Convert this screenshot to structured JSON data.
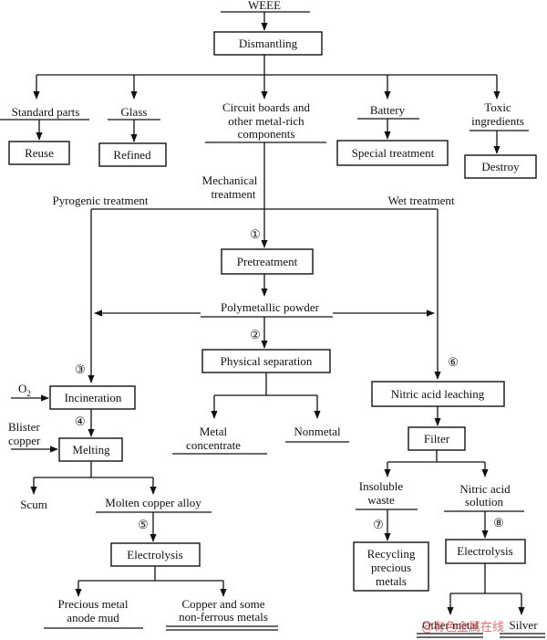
{
  "nodes": {
    "weee": "WEEE",
    "dismantling": "Dismantling",
    "standard_parts": "Standard parts",
    "glass": "Glass",
    "circuit_boards": [
      "Circuit boards and",
      "other metal-rich",
      "components"
    ],
    "battery": "Battery",
    "toxic": [
      "Toxic",
      "ingredients"
    ],
    "reuse": "Reuse",
    "refined": "Refined",
    "special_treatment": "Special treatment",
    "destroy": "Destroy",
    "mechanical_treatment": [
      "Mechanical",
      "treatment"
    ],
    "pyrogenic_treatment": "Pyrogenic treatment",
    "wet_treatment": "Wet treatment",
    "pretreatment": "Pretreatment",
    "polymetallic_powder": "Polymetallic powder",
    "physical_separation": "Physical separation",
    "o2": "O",
    "o2_sub": "2",
    "incineration": "Incineration",
    "blister_copper": [
      "Blister",
      "copper"
    ],
    "melting": "Melting",
    "scum": "Scum",
    "molten_copper_alloy": "Molten copper alloy",
    "electrolysis_left": "Electrolysis",
    "precious_metal_anode_mud": [
      "Precious metal",
      "anode mud"
    ],
    "copper_nonferrous": [
      "Copper and some",
      "non-ferrous metals"
    ],
    "metal_concentrate": [
      "Metal",
      "concentrate"
    ],
    "nonmetal": "Nonmetal",
    "nitric_acid_leaching": "Nitric acid leaching",
    "filter": "Filter",
    "insoluble_waste": [
      "Insoluble",
      "waste"
    ],
    "nitric_acid_solution": [
      "Nitric acid",
      "solution"
    ],
    "recycling_precious_metals": [
      "Recycling",
      "precious",
      "metals"
    ],
    "electrolysis_right": "Electrolysis",
    "other_metal": "Other metal",
    "silver": "Silver"
  },
  "steps": [
    "①",
    "②",
    "③",
    "④",
    "⑤",
    "⑥",
    "⑦",
    "⑧"
  ],
  "watermark": "@有色金属在线"
}
